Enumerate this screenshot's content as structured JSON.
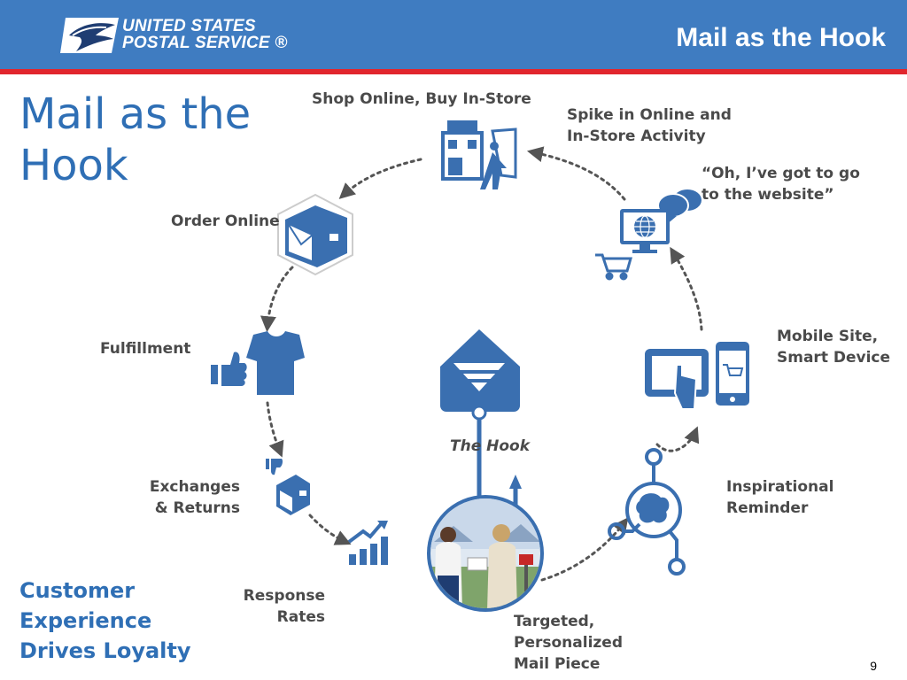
{
  "header": {
    "logo_line1": "UNITED STATES",
    "logo_line2": "POSTAL SERVICE ®",
    "title": "Mail as the Hook"
  },
  "slide": {
    "title": "Mail as the Hook",
    "side_note": "Customer Experience Drives Loyalty",
    "page_number": "9"
  },
  "steps": {
    "shop": "Shop Online, Buy In-Store",
    "spike": "Spike in Online and\nIn-Store Activity",
    "oh": "“Oh, I’ve got to go\nto the website”",
    "order": "Order Online",
    "fulfillment": "Fulfillment",
    "mobile": "Mobile Site,\nSmart Device",
    "hook": "The Hook",
    "exchanges": "Exchanges\n& Returns",
    "inspirational": "Inspirational\nReminder",
    "response": "Response\nRates",
    "targeted": "Targeted,\nPersonalized\nMail Piece"
  },
  "colors": {
    "header_blue": "#3f7cc1",
    "accent_red": "#e1262d",
    "icon_blue": "#3a6fb0",
    "title_blue": "#2f6fb5"
  },
  "icons": [
    "eagle-logo-icon",
    "store-icon",
    "chat-bubbles-icon",
    "computer-globe-icon",
    "cart-icon",
    "package-icon",
    "tshirt-icon",
    "thumbs-up-icon",
    "mail-hook-icon",
    "tablet-touch-icon",
    "phone-cart-icon",
    "thumbs-down-icon",
    "package-small-icon",
    "bar-chart-icon",
    "brain-circuit-icon",
    "people-mail-icon"
  ]
}
